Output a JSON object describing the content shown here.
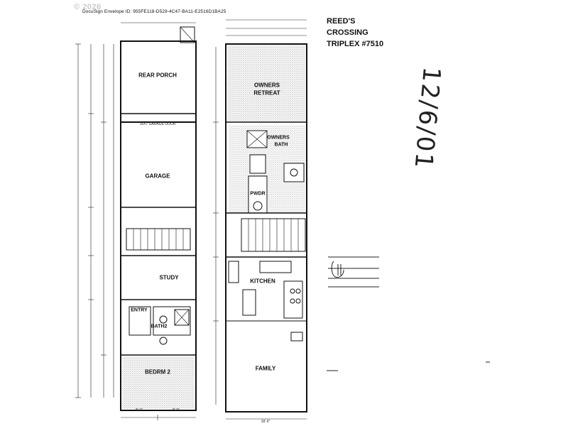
{
  "header": {
    "copyright": "© 2026",
    "envelope_id": "DocuSign Envelope ID: 955FE118-D529-4C47-BA11-E2516D1BA25"
  },
  "title": {
    "line1": "REED'S",
    "line2": "CROSSING",
    "line3": "TRIPLEX #7510"
  },
  "handwritten_date": "12/6/01",
  "rooms": {
    "rear_porch": "REAR PORCH",
    "garage": "GARAGE",
    "study": "STUDY",
    "entry": "ENTRY",
    "bath2": "BATH2",
    "bedrm2": "BEDRM 2",
    "owners_retreat_1": "OWNERS",
    "owners_retreat_2": "RETREAT",
    "owners_bath_1": "OWNERS",
    "owners_bath_2": "BATH",
    "pwdr": "PWDR",
    "kitchen": "KITCHEN",
    "family": "FAMILY"
  },
  "dimensions": {
    "garage_door": "16X7 GARAGE DOOR",
    "bedrm_width_left": "8'-0\"",
    "bedrm_width_right": "8'-0\"",
    "family_width": "18'-0\""
  },
  "colors": {
    "ink": "#111111",
    "hatch": "#9a9a9a",
    "watermark": "#c9c9c9"
  }
}
